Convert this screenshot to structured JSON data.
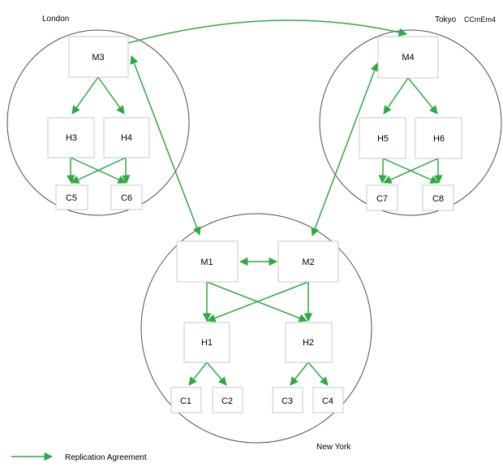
{
  "colors": {
    "arrow": "#2eaa44",
    "box_border": "#c8c8c8",
    "site_border": "#505050",
    "text": "#000000"
  },
  "sites": {
    "london": "London",
    "tokyo": "Tokyo",
    "tokyo_overlap": "CCmEm4",
    "new_york": "New York"
  },
  "nodes": {
    "M1": "M1",
    "M2": "M2",
    "M3": "M3",
    "M4": "M4",
    "H1": "H1",
    "H2": "H2",
    "H3": "H3",
    "H4": "H4",
    "H5": "H5",
    "H6": "H6",
    "C1": "C1",
    "C2": "C2",
    "C3": "C3",
    "C4": "C4",
    "C5": "C5",
    "C6": "C6",
    "C7": "C7",
    "C8": "C8"
  },
  "legend": {
    "label": "Replication Agreement",
    "icon": "arrow-right-icon"
  }
}
